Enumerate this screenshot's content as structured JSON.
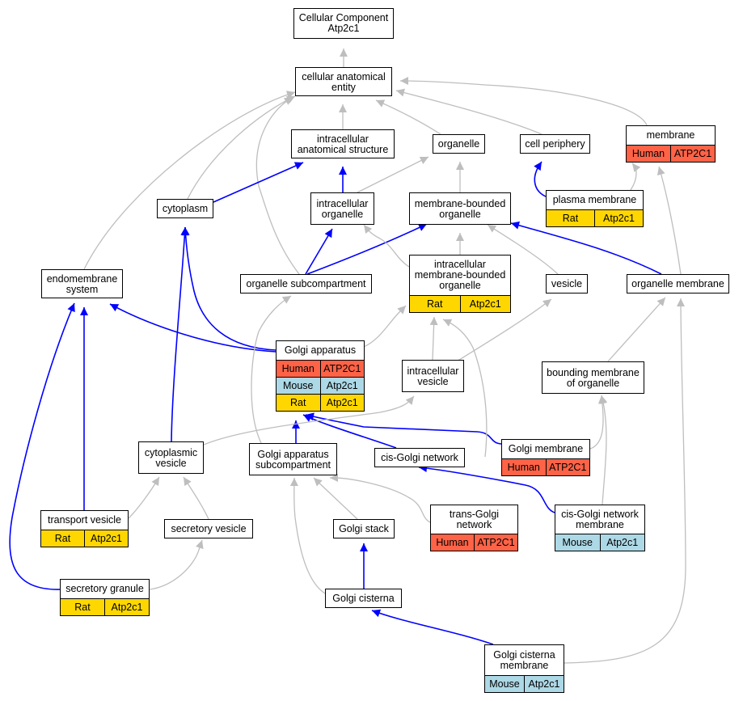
{
  "colors": {
    "is_a_edge": "#bebebe",
    "part_of_edge": "#0000ff",
    "human": "#ff6347",
    "mouse": "#add8e6",
    "rat": "#ffd700"
  },
  "nodes": {
    "root": {
      "label": "Cellular Component\nAtp2c1",
      "ann": []
    },
    "cae": {
      "label": "cellular anatomical\nentity",
      "ann": []
    },
    "ias": {
      "label": "intracellular\nanatomical structure",
      "ann": []
    },
    "organelle": {
      "label": "organelle",
      "ann": []
    },
    "periphery": {
      "label": "cell periphery",
      "ann": []
    },
    "membrane": {
      "label": "membrane",
      "ann": [
        [
          "Human",
          "ATP2C1"
        ]
      ]
    },
    "cytoplasm": {
      "label": "cytoplasm",
      "ann": []
    },
    "intra_org": {
      "label": "intracellular\norganelle",
      "ann": []
    },
    "mbo": {
      "label": "membrane-bounded\norganelle",
      "ann": []
    },
    "plasma": {
      "label": "plasma membrane",
      "ann": [
        [
          "Rat",
          "Atp2c1"
        ]
      ]
    },
    "endo": {
      "label": "endomembrane\nsystem",
      "ann": []
    },
    "subcomp": {
      "label": "organelle subcompartment",
      "ann": []
    },
    "imbo": {
      "label": "intracellular\nmembrane-bounded\norganelle",
      "ann": [
        [
          "Rat",
          "Atp2c1"
        ]
      ]
    },
    "vesicle": {
      "label": "vesicle",
      "ann": []
    },
    "org_mem": {
      "label": "organelle membrane",
      "ann": []
    },
    "golgi": {
      "label": "Golgi apparatus",
      "ann": [
        [
          "Human",
          "ATP2C1"
        ],
        [
          "Mouse",
          "Atp2c1"
        ],
        [
          "Rat",
          "Atp2c1"
        ]
      ]
    },
    "iv": {
      "label": "intracellular\nvesicle",
      "ann": []
    },
    "bmo": {
      "label": "bounding membrane\nof organelle",
      "ann": []
    },
    "golgi_mem": {
      "label": "Golgi membrane",
      "ann": [
        [
          "Human",
          "ATP2C1"
        ]
      ]
    },
    "cyto_ves": {
      "label": "cytoplasmic\nvesicle",
      "ann": []
    },
    "gas": {
      "label": "Golgi apparatus\nsubcompartment",
      "ann": []
    },
    "cis": {
      "label": "cis-Golgi network",
      "ann": []
    },
    "transport": {
      "label": "transport vesicle",
      "ann": [
        [
          "Rat",
          "Atp2c1"
        ]
      ]
    },
    "secretory": {
      "label": "secretory vesicle",
      "ann": []
    },
    "stack": {
      "label": "Golgi stack",
      "ann": []
    },
    "trans": {
      "label": "trans-Golgi\nnetwork",
      "ann": [
        [
          "Human",
          "ATP2C1"
        ]
      ]
    },
    "cis_mem": {
      "label": "cis-Golgi network\nmembrane",
      "ann": [
        [
          "Mouse",
          "Atp2c1"
        ]
      ]
    },
    "granule": {
      "label": "secretory granule",
      "ann": [
        [
          "Rat",
          "Atp2c1"
        ]
      ]
    },
    "cisterna": {
      "label": "Golgi cisterna",
      "ann": []
    },
    "cist_mem": {
      "label": "Golgi cisterna\nmembrane",
      "ann": [
        [
          "Mouse",
          "Atp2c1"
        ]
      ]
    }
  },
  "edges": [
    {
      "from": "cae",
      "to": "root",
      "rel": "is_a"
    },
    {
      "from": "ias",
      "to": "cae",
      "rel": "is_a"
    },
    {
      "from": "organelle",
      "to": "cae",
      "rel": "is_a"
    },
    {
      "from": "periphery",
      "to": "cae",
      "rel": "is_a"
    },
    {
      "from": "membrane",
      "to": "cae",
      "rel": "is_a"
    },
    {
      "from": "cytoplasm",
      "to": "cae",
      "rel": "is_a"
    },
    {
      "from": "endo",
      "to": "cae",
      "rel": "is_a"
    },
    {
      "from": "subcomp",
      "to": "cae",
      "rel": "is_a"
    },
    {
      "from": "cytoplasm",
      "to": "ias",
      "rel": "part_of"
    },
    {
      "from": "intra_org",
      "to": "ias",
      "rel": "part_of"
    },
    {
      "from": "intra_org",
      "to": "organelle",
      "rel": "is_a"
    },
    {
      "from": "mbo",
      "to": "organelle",
      "rel": "is_a"
    },
    {
      "from": "plasma",
      "to": "periphery",
      "rel": "part_of"
    },
    {
      "from": "plasma",
      "to": "membrane",
      "rel": "is_a"
    },
    {
      "from": "org_mem",
      "to": "membrane",
      "rel": "is_a"
    },
    {
      "from": "org_mem",
      "to": "mbo",
      "rel": "part_of"
    },
    {
      "from": "subcomp",
      "to": "intra_org",
      "rel": "part_of"
    },
    {
      "from": "subcomp",
      "to": "mbo",
      "rel": "part_of"
    },
    {
      "from": "imbo",
      "to": "intra_org",
      "rel": "is_a"
    },
    {
      "from": "imbo",
      "to": "mbo",
      "rel": "is_a"
    },
    {
      "from": "vesicle",
      "to": "mbo",
      "rel": "is_a"
    },
    {
      "from": "golgi",
      "to": "cytoplasm",
      "rel": "part_of"
    },
    {
      "from": "golgi",
      "to": "endo",
      "rel": "part_of"
    },
    {
      "from": "golgi",
      "to": "imbo",
      "rel": "is_a"
    },
    {
      "from": "iv",
      "to": "imbo",
      "rel": "is_a"
    },
    {
      "from": "iv",
      "to": "vesicle",
      "rel": "is_a"
    },
    {
      "from": "bmo",
      "to": "org_mem",
      "rel": "is_a"
    },
    {
      "from": "golgi_mem",
      "to": "bmo",
      "rel": "is_a"
    },
    {
      "from": "golgi_mem",
      "to": "golgi",
      "rel": "part_of"
    },
    {
      "from": "cis",
      "to": "golgi",
      "rel": "part_of"
    },
    {
      "from": "cis",
      "to": "imbo",
      "rel": "is_a"
    },
    {
      "from": "gas",
      "to": "golgi",
      "rel": "part_of"
    },
    {
      "from": "gas",
      "to": "subcomp",
      "rel": "is_a"
    },
    {
      "from": "cyto_ves",
      "to": "cytoplasm",
      "rel": "part_of"
    },
    {
      "from": "cyto_ves",
      "to": "iv",
      "rel": "is_a"
    },
    {
      "from": "transport",
      "to": "endo",
      "rel": "part_of"
    },
    {
      "from": "transport",
      "to": "cyto_ves",
      "rel": "is_a"
    },
    {
      "from": "secretory",
      "to": "cyto_ves",
      "rel": "is_a"
    },
    {
      "from": "stack",
      "to": "gas",
      "rel": "is_a"
    },
    {
      "from": "trans",
      "to": "gas",
      "rel": "is_a"
    },
    {
      "from": "cis_mem",
      "to": "cis",
      "rel": "part_of"
    },
    {
      "from": "cis_mem",
      "to": "bmo",
      "rel": "is_a"
    },
    {
      "from": "granule",
      "to": "endo",
      "rel": "part_of"
    },
    {
      "from": "granule",
      "to": "secretory",
      "rel": "is_a"
    },
    {
      "from": "cisterna",
      "to": "stack",
      "rel": "part_of"
    },
    {
      "from": "cisterna",
      "to": "gas",
      "rel": "is_a"
    },
    {
      "from": "cist_mem",
      "to": "cisterna",
      "rel": "part_of"
    },
    {
      "from": "cist_mem",
      "to": "org_mem",
      "rel": "is_a"
    }
  ]
}
